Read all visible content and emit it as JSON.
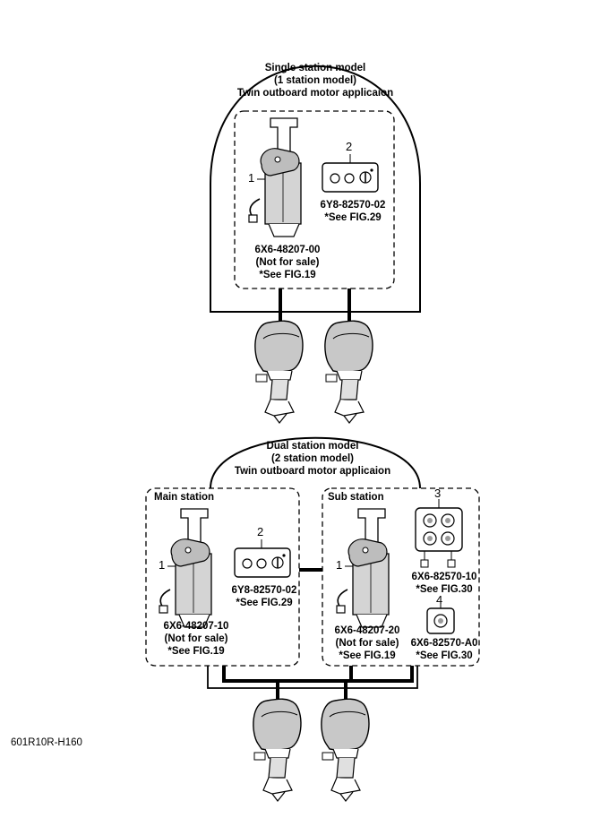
{
  "single_station": {
    "title_lines": [
      "Single station model",
      "(1 station model)",
      "Twin outboard motor applicaion"
    ],
    "remote_control": {
      "callout": "1",
      "lines": [
        "6X6-48207-00",
        "(Not for sale)",
        "*See FIG.19"
      ]
    },
    "switch_panel": {
      "callout": "2",
      "lines": [
        "6Y8-82570-02",
        "*See FIG.29"
      ]
    }
  },
  "dual_station": {
    "title_lines": [
      "Dual station model",
      "(2 station model)",
      "Twin outboard motor applicaion"
    ],
    "main_station": {
      "label": "Main station",
      "remote_control": {
        "callout": "1",
        "lines": [
          "6X6-48207-10",
          "(Not for sale)",
          "*See FIG.19"
        ]
      },
      "switch_panel": {
        "callout": "2",
        "lines": [
          "6Y8-82570-02",
          "*See FIG.29"
        ]
      }
    },
    "sub_station": {
      "label": "Sub station",
      "remote_control": {
        "callout": "1",
        "lines": [
          "6X6-48207-20",
          "(Not for sale)",
          "*See FIG.19"
        ]
      },
      "quad_panel": {
        "callout": "3",
        "lines": [
          "6X6-82570-10",
          "*See FIG.30"
        ]
      },
      "single_panel": {
        "callout": "4",
        "lines": [
          "6X6-82570-A0",
          "*See FIG.30"
        ]
      }
    }
  },
  "figure_code": "601R10R-H160"
}
